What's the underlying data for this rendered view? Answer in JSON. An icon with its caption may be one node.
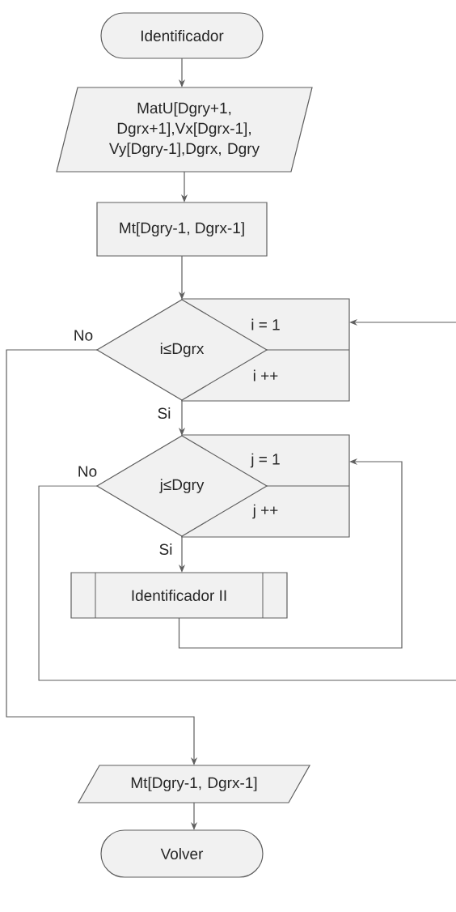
{
  "diagram": {
    "nodes": [
      {
        "text": [
          "Identificador"
        ]
      },
      {
        "text": [
          "MatU[Dgry+1, Dgrx+1],Vx[Dgrx-1], Vy[Dgry-1],Dgrx, Dgry"
        ]
      },
      {
        "text": [
          "Mt[Dgry-1, Dgrx-1]"
        ]
      },
      {
        "text": [
          "i≤Dgrx"
        ]
      },
      {
        "text": [
          "i = 1",
          "i ++"
        ]
      },
      {
        "text": [
          "j≤Dgry"
        ]
      },
      {
        "text": [
          "j = 1",
          "j ++"
        ]
      },
      {
        "text": [
          "Identificador II"
        ]
      },
      {
        "text": [
          "Mt[Dgry-1, Dgrx-1]"
        ]
      },
      {
        "text": [
          "Volver"
        ]
      }
    ],
    "edges": [
      {
        "from": 0,
        "to": 1,
        "arrow": "to"
      },
      {
        "from": 1,
        "to": 2,
        "arrow": "to"
      },
      {
        "from": 2,
        "to": 3,
        "arrow": "to"
      },
      {
        "from": 3,
        "to": 5,
        "arrow": "to",
        "label": "Si"
      },
      {
        "from": 5,
        "to": 7,
        "arrow": "to",
        "label": "Si"
      },
      {
        "from": 7,
        "to": 6,
        "arrow": "to"
      },
      {
        "from": 5,
        "to": null,
        "arrow": "none",
        "label": "No"
      },
      {
        "from": null,
        "to": 4,
        "arrow": "to"
      },
      {
        "from": 3,
        "to": 8,
        "arrow": "to",
        "label": "No"
      },
      {
        "from": 8,
        "to": 9,
        "arrow": "to"
      }
    ]
  }
}
